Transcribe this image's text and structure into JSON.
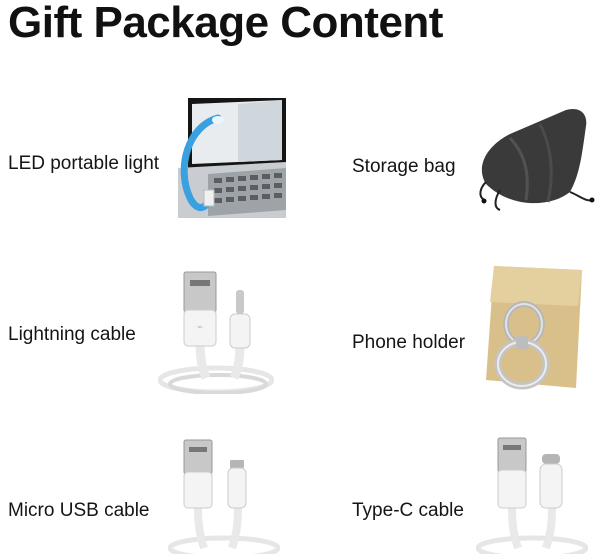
{
  "title": "Gift Package Content",
  "items": [
    {
      "label": "LED portable light",
      "icon": "led-usb-light-icon"
    },
    {
      "label": "Storage bag",
      "icon": "drawstring-bag-icon"
    },
    {
      "label": "Lightning cable",
      "icon": "lightning-cable-icon"
    },
    {
      "label": "Phone holder",
      "icon": "ring-holder-icon"
    },
    {
      "label": "Micro USB cable",
      "icon": "micro-usb-cable-icon"
    },
    {
      "label": "Type-C cable",
      "icon": "type-c-cable-icon"
    }
  ],
  "colors": {
    "led": "#3aa0e0",
    "bag": "#3a3a3a",
    "holder": "#d9c08a",
    "cable": "#f2f2f2"
  }
}
